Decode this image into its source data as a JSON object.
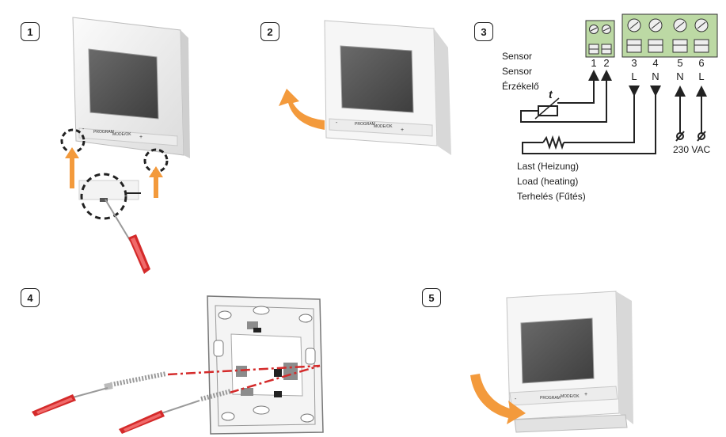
{
  "steps": [
    {
      "number": "1"
    },
    {
      "number": "2"
    },
    {
      "number": "3"
    },
    {
      "number": "4"
    },
    {
      "number": "5"
    }
  ],
  "device": {
    "button_labels": [
      "PROGRAM",
      "MODE/OK"
    ],
    "minus": "-",
    "plus": "+"
  },
  "wiring": {
    "sensor_labels": [
      "Sensor",
      "Sensor",
      "Érzékelő"
    ],
    "sensor_symbol": "t",
    "terminals": [
      {
        "number": "1",
        "letter": ""
      },
      {
        "number": "2",
        "letter": ""
      },
      {
        "number": "3",
        "letter": "L"
      },
      {
        "number": "4",
        "letter": "N"
      },
      {
        "number": "5",
        "letter": "N"
      },
      {
        "number": "6",
        "letter": "L"
      }
    ],
    "supply_label": "230 VAC",
    "load_labels": [
      "Last (Heizung)",
      "Load (heating)",
      "Terhelés (Fűtés)"
    ]
  },
  "colors": {
    "arrow_orange": "#f39a3c",
    "terminal_green": "#bcd9a4",
    "screwdriver_red": "#d42a2a",
    "screen_gray": "#5b5b5b",
    "housing": "#f2f2f2"
  }
}
